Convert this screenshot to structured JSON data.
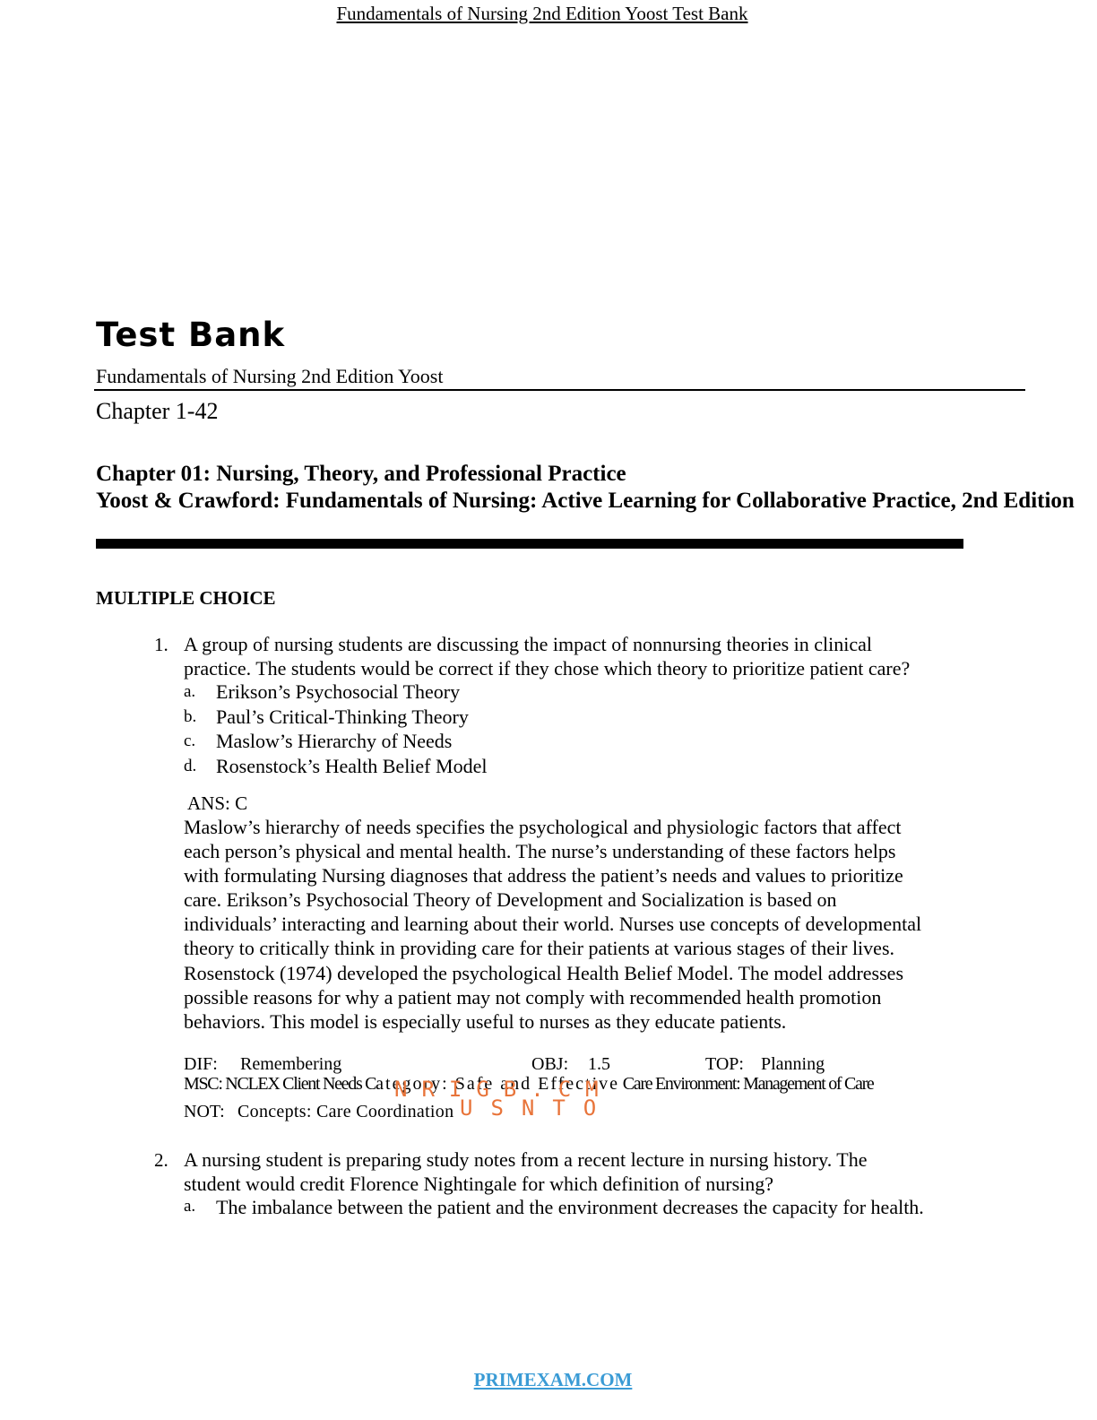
{
  "header": {
    "running_title": "Fundamentals of Nursing 2nd Edition Yoost Test Bank"
  },
  "title_block": {
    "main_title": "Test Bank",
    "book": "Fundamentals of Nursing 2nd Edition Yoost",
    "chapter_range": "Chapter 1-42"
  },
  "chapter": {
    "title": "Chapter 01: Nursing, Theory, and Professional Practice",
    "source": "Yoost & Crawford: Fundamentals of Nursing: Active Learning for Collaborative Practice, 2nd Edition"
  },
  "section": "MULTIPLE CHOICE",
  "questions": [
    {
      "number": "1.",
      "stem_lines": [
        "A group of nursing students are discussing the impact of nonnursing theories in clinical",
        "practice. The students would be correct if they chose which theory to prioritize patient care?"
      ],
      "options": [
        {
          "letter": "a.",
          "text": "Erikson’s Psychosocial Theory"
        },
        {
          "letter": "b.",
          "text": "Paul’s Critical-Thinking Theory"
        },
        {
          "letter": "c.",
          "text": "Maslow’s Hierarchy of Needs"
        },
        {
          "letter": "d.",
          "text": "Rosenstock’s Health Belief Model"
        }
      ],
      "answer": "ANS: C",
      "rationale_lines": [
        "Maslow’s hierarchy of needs specifies the psychological and physiologic factors that affect",
        "each person’s physical and mental health. The nurse’s understanding of these factors helps",
        "with formulating Nursing diagnoses that address the patient’s needs and values to prioritize",
        "care. Erikson’s Psychosocial Theory of Development and Socialization is based on",
        "individuals’ interacting and learning about their world. Nurses use concepts of developmental",
        "theory to critically think in providing care for their patients at various stages of their lives.",
        "Rosenstock (1974) developed the psychological Health Belief Model. The model addresses",
        "possible reasons for why a patient may not comply with recommended health promotion",
        "behaviors. This model is especially useful to nurses as they educate patients."
      ],
      "meta": {
        "dif_label": "DIF:",
        "dif_value": "Remembering",
        "obj_label": "OBJ:",
        "obj_value": "1.5",
        "top_label": "TOP:",
        "top_value": "Planning",
        "msc_a": "MSC: NCLEX Client Needs C",
        "msc_b": "ategory: Safe and Effective",
        "msc_c": "Care Environment: Management of Care",
        "not_label": "NOT:",
        "not_value": "Concepts: Care Coordination"
      }
    },
    {
      "number": "2.",
      "stem_lines": [
        "A nursing student is preparing study notes from a recent lecture in nursing history. The",
        "student would credit Florence Nightingale for which definition of nursing?"
      ],
      "options": [
        {
          "letter": "a.",
          "text": "The imbalance between the patient and the environment decreases the capacity for health."
        }
      ]
    }
  ],
  "watermark": {
    "row1": "NRIGB.CM",
    "row2": "USNTO"
  },
  "footer": {
    "link": "PRIMEXAM.COM"
  }
}
